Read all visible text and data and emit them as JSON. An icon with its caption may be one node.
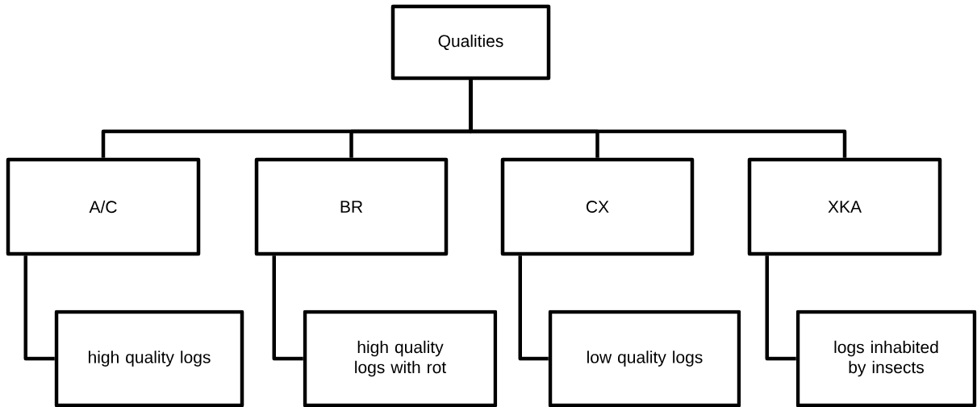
{
  "diagram": {
    "nodes": [
      {
        "text": [
          "Qualities"
        ]
      },
      {
        "text": [
          "A/C"
        ]
      },
      {
        "text": [
          "BR"
        ]
      },
      {
        "text": [
          "CX"
        ]
      },
      {
        "text": [
          "XKA"
        ]
      },
      {
        "text": [
          "high quality logs"
        ]
      },
      {
        "text": [
          "high quality logs with rot"
        ]
      },
      {
        "text": [
          "low quality logs"
        ]
      },
      {
        "text": [
          "logs inhabited by insects"
        ]
      }
    ],
    "edges": [
      {
        "from": 0,
        "to": 1,
        "arrow": "none"
      },
      {
        "from": 0,
        "to": 2,
        "arrow": "none"
      },
      {
        "from": 0,
        "to": 3,
        "arrow": "none"
      },
      {
        "from": 0,
        "to": 4,
        "arrow": "none"
      },
      {
        "from": 1,
        "to": 5,
        "arrow": "none"
      },
      {
        "from": 2,
        "to": 6,
        "arrow": "none"
      },
      {
        "from": 3,
        "to": 7,
        "arrow": "none"
      },
      {
        "from": 4,
        "to": 8,
        "arrow": "none"
      }
    ]
  }
}
